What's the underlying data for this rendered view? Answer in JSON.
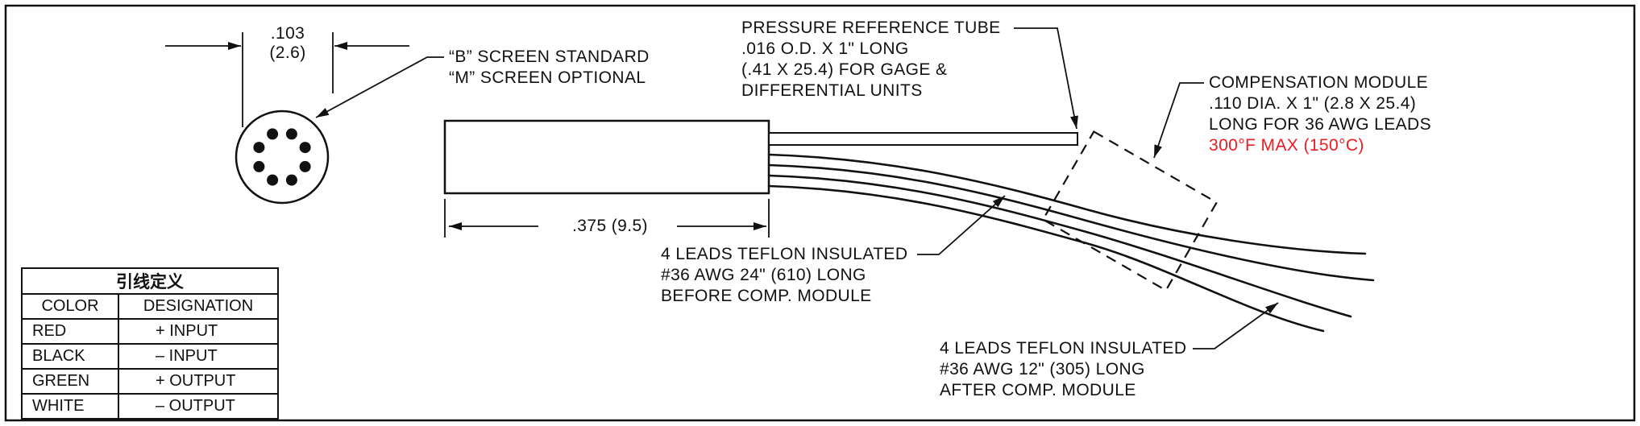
{
  "diagram": {
    "dim_screen": {
      "line1": ".103",
      "line2": "(2.6)"
    },
    "screen_note": {
      "line1": "“B” SCREEN STANDARD",
      "line2": "“M” SCREEN OPTIONAL"
    },
    "dim_body": ".375 (9.5)",
    "pressure_tube_note": {
      "line1": "PRESSURE REFERENCE TUBE",
      "line2": ".016 O.D. X 1\" LONG",
      "line3": "(.41 X 25.4) FOR GAGE &",
      "line4": "DIFFERENTIAL UNITS"
    },
    "comp_module_note": {
      "line1": "COMPENSATION MODULE",
      "line2": ".110 DIA. X 1\" (2.8 X 25.4)",
      "line3": "LONG FOR 36 AWG LEADS",
      "line4": "300°F MAX (150°C)"
    },
    "leads_before_note": {
      "line1": "4 LEADS TEFLON INSULATED",
      "line2": "#36 AWG 24\" (610) LONG",
      "line3": "BEFORE COMP. MODULE"
    },
    "leads_after_note": {
      "line1": "4 LEADS TEFLON INSULATED",
      "line2": "#36 AWG 12\" (305) LONG",
      "line3": "AFTER COMP. MODULE"
    }
  },
  "table": {
    "title": "引线定义",
    "headers": [
      "COLOR",
      "DESIGNATION"
    ],
    "rows": [
      {
        "color": "RED",
        "designation": "+ INPUT"
      },
      {
        "color": "BLACK",
        "designation": "– INPUT"
      },
      {
        "color": "GREEN",
        "designation": "+ OUTPUT"
      },
      {
        "color": "WHITE",
        "designation": "– OUTPUT"
      }
    ]
  },
  "colors": {
    "line": "#111111",
    "warning": "#ed1c24",
    "background": "#ffffff"
  }
}
